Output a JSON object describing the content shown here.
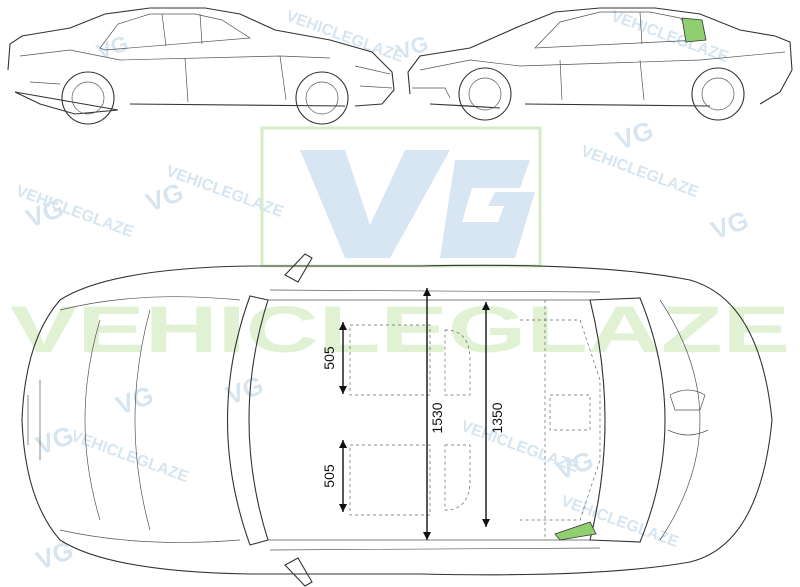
{
  "watermark": {
    "logo_text": "VG",
    "brand_text": "VEHICLEGLAZE",
    "small_logo": "VG",
    "repeat_text": "VEHICLEGLAZE"
  },
  "dimensions": {
    "front_row_width": "505",
    "rear_row_width": "505",
    "front_cabin_width": "1530",
    "rear_cabin_width": "1350"
  },
  "colors": {
    "highlight_glass": "#8fcf70",
    "watermark_blue": "#cfe1ef",
    "watermark_green": "#d6ecc6",
    "line": "#333333"
  }
}
